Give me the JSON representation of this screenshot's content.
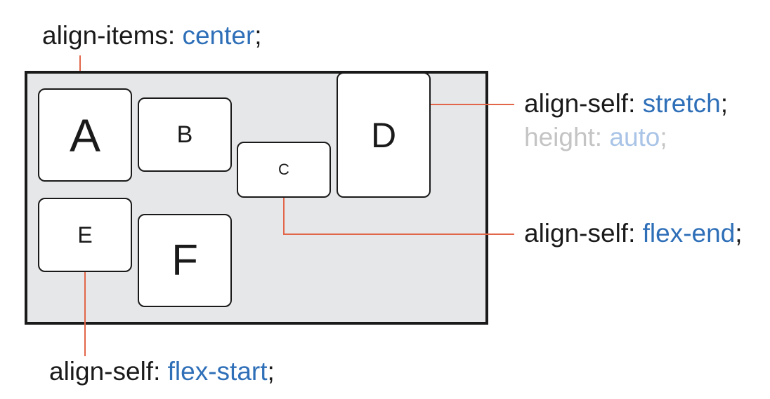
{
  "colors": {
    "value_blue": "#2e6fb8",
    "muted_gray": "#c4c4c4",
    "muted_blue": "#a9c4e6",
    "leader_red": "#e2664a",
    "guide_blue": "#5fc3e8",
    "guide_red": "#e2664a",
    "container_bg": "#e6e7e8"
  },
  "annotations": {
    "align_items": {
      "property": "align-items: ",
      "value": "center",
      "punct": ";"
    },
    "align_self_stretch": {
      "property": "align-self: ",
      "value": "stretch",
      "punct": ";"
    },
    "height_auto": {
      "property": "height: ",
      "value": "auto",
      "punct": ";"
    },
    "align_self_flex_end": {
      "property": "align-self: ",
      "value": "flex-end",
      "punct": ";"
    },
    "align_self_flex_start": {
      "property": "align-self: ",
      "value": "flex-start",
      "punct": ";"
    }
  },
  "items": {
    "a": "A",
    "b": "B",
    "c": "C",
    "d": "D",
    "e": "E",
    "f": "F"
  }
}
